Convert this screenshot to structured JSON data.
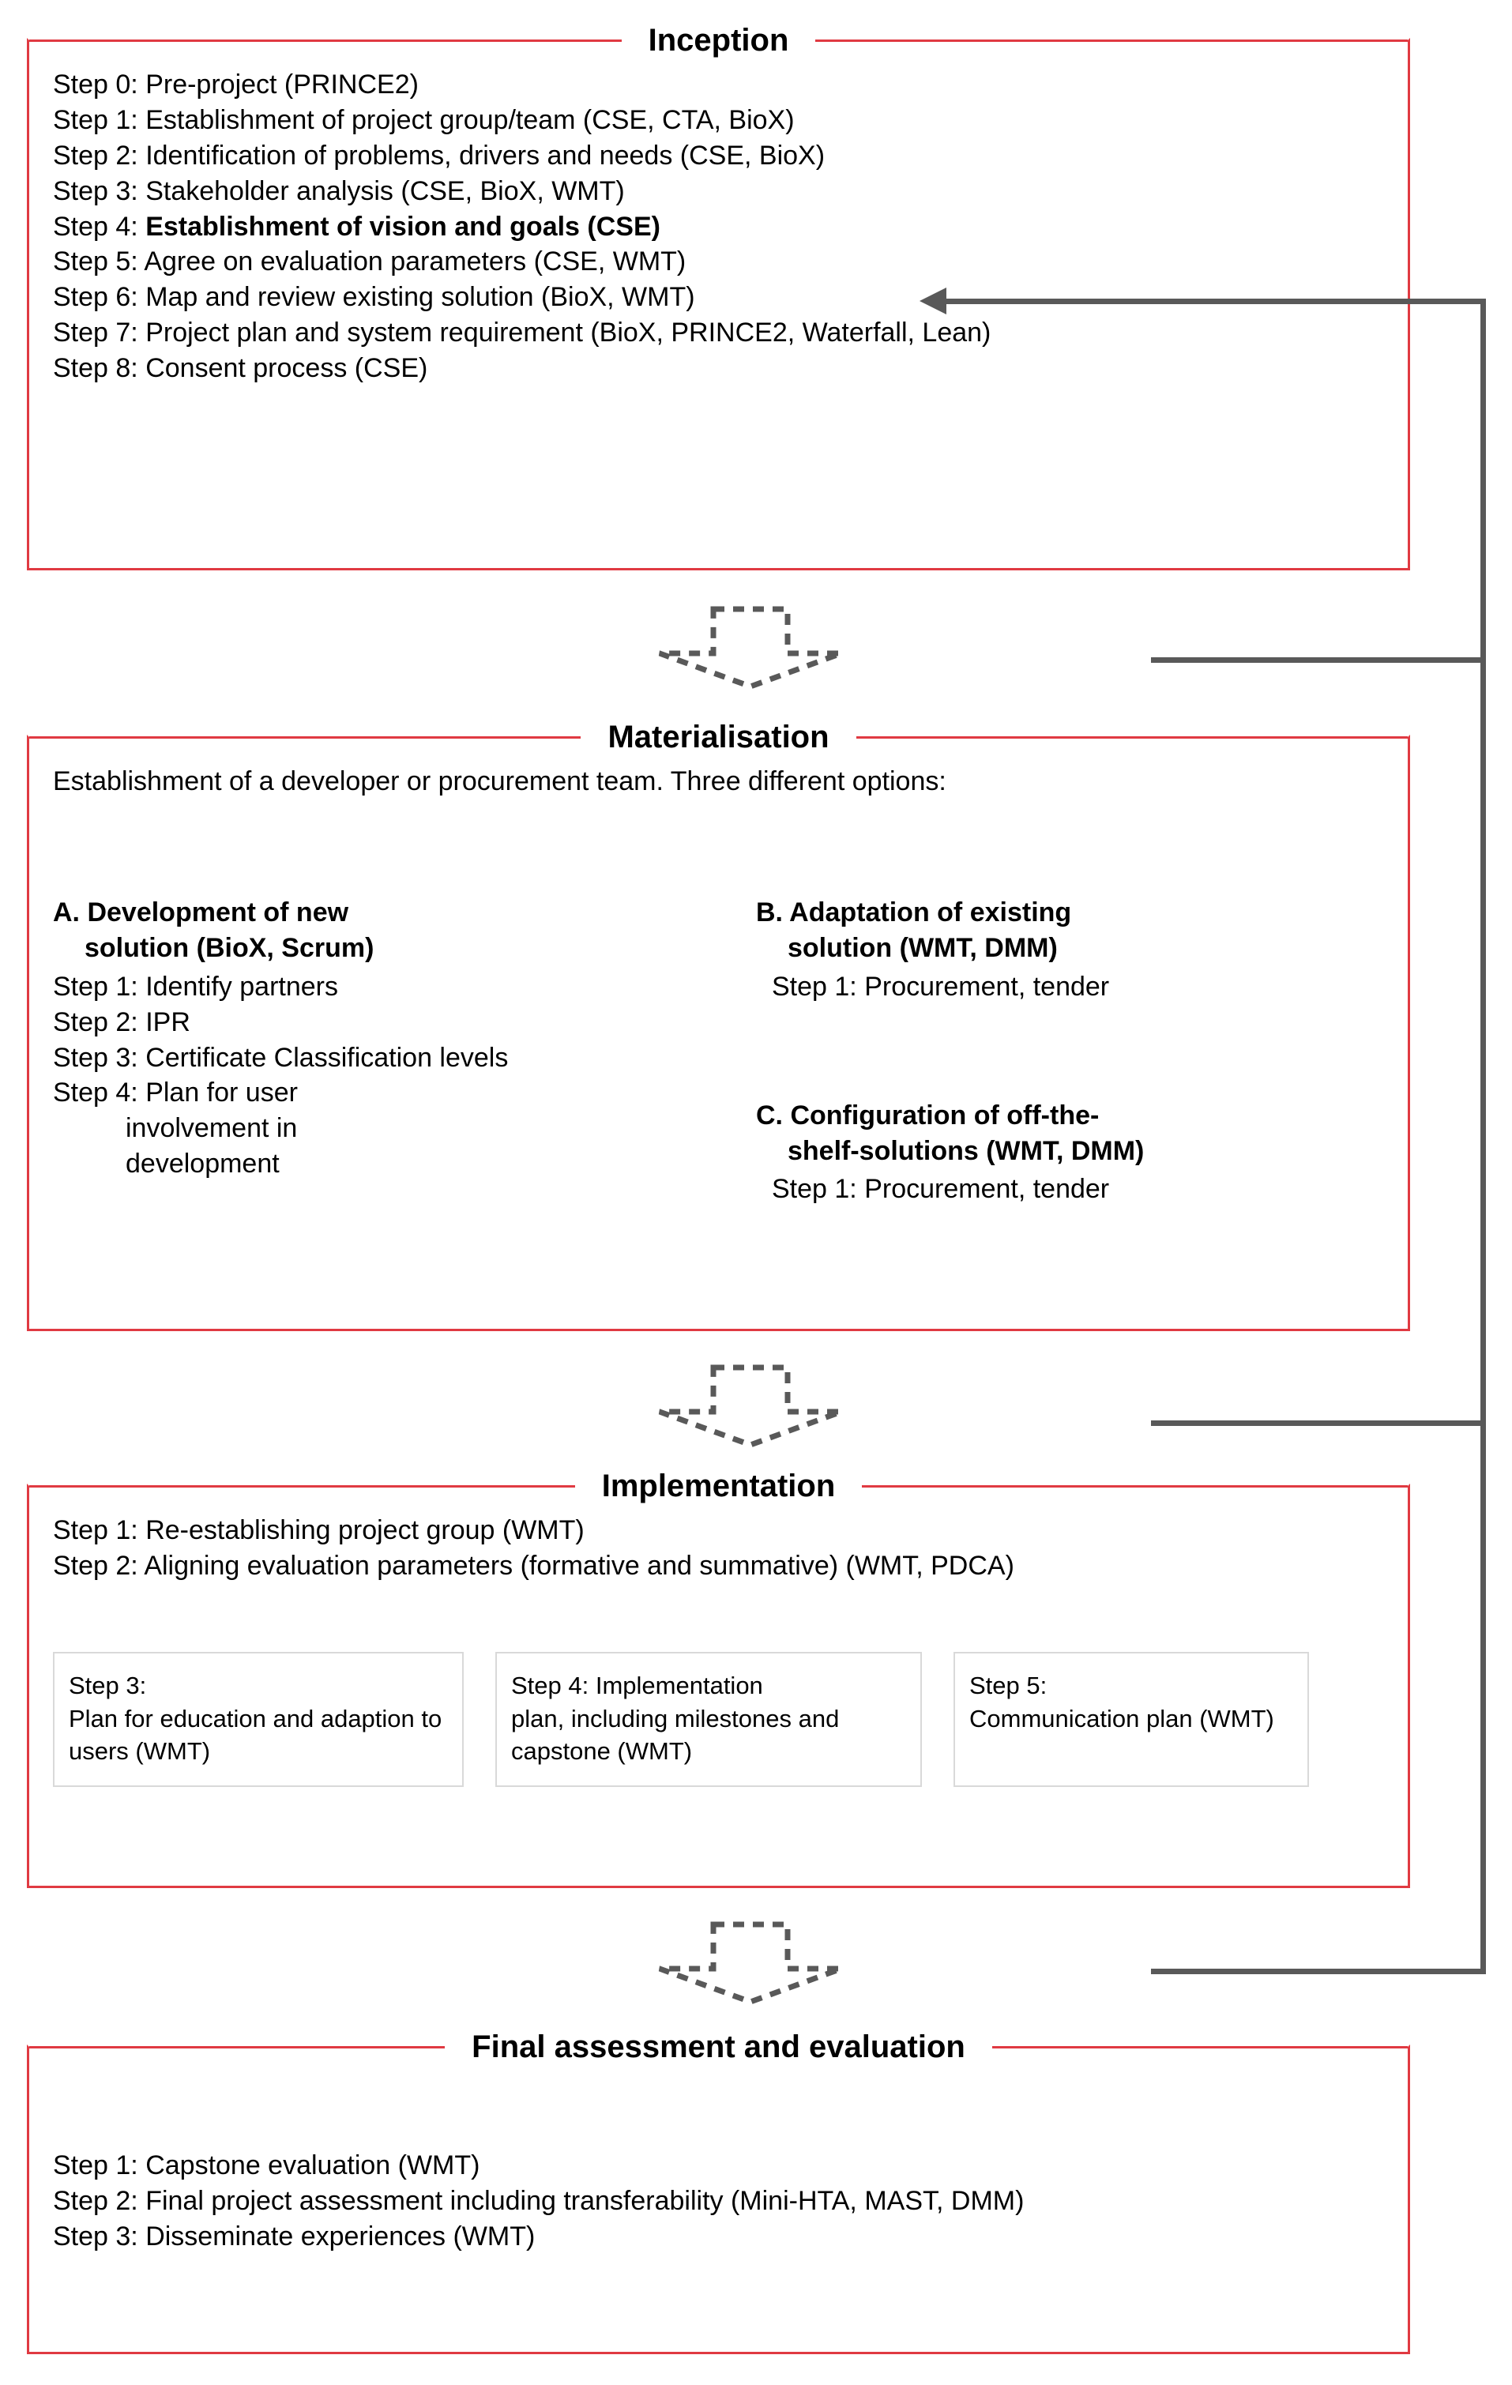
{
  "diagram": {
    "title": "Implementation framework phases",
    "accent_color": "#e03a42",
    "connector_color": "#595959",
    "subcard_border_color": "#d9d9d9"
  },
  "phases": [
    {
      "id": "inception",
      "title": "Inception",
      "lines": [
        "Step 0: Pre-project (PRINCE2)",
        "Step 1: Establishment of project group/team (CSE, CTA, BioX)",
        "Step 2: Identification of problems, drivers and needs (CSE, BioX)",
        "Step 3: Stakeholder analysis (CSE, BioX, WMT)",
        "Step 5: Agree on evaluation parameters (CSE, WMT)",
        "Step 6: Map and review existing solution (BioX, WMT)",
        "Step 7: Project plan and system requirement (BioX, PRINCE2, Waterfall, Lean)",
        "Step 8: Consent process (CSE)"
      ],
      "highlighted_line": {
        "prefix": "Step 4: ",
        "bold": "Establishment of vision and goals (CSE)"
      }
    },
    {
      "id": "materialisation",
      "title": "Materialisation",
      "intro": "Establishment of a developer or procurement team. Three different options:",
      "options": [
        {
          "label_line1": "A. Development of new",
          "label_line2": "solution (BioX, Scrum)",
          "steps": [
            "Step 1: Identify partners",
            "Step 2: IPR",
            "Step 3: Certificate Classification levels"
          ],
          "step_wrapped": {
            "line1": "Step 4: Plan for user",
            "line2": "involvement in",
            "line3": "development"
          }
        },
        {
          "label_line1": "B. Adaptation of existing",
          "label_line2": "solution (WMT, DMM)",
          "steps": [
            "Step 1: Procurement, tender"
          ]
        },
        {
          "label_line1": "C. Configuration of off-the-",
          "label_line2": "shelf-solutions (WMT, DMM)",
          "steps": [
            "Step 1: Procurement, tender"
          ]
        }
      ]
    },
    {
      "id": "implementation",
      "title": "Implementation",
      "lines": [
        "Step 1: Re-establishing project group (WMT)",
        "Step 2: Aligning evaluation parameters (formative and summative) (WMT, PDCA)"
      ],
      "cards": [
        {
          "heading": "Step 3:",
          "body": "Plan for education and adaption to users (WMT)"
        },
        {
          "heading": "Step 4: Implementation",
          "body": "plan, including milestones and capstone (WMT)"
        },
        {
          "heading": "Step 5:",
          "body": "Communication plan (WMT)"
        }
      ]
    },
    {
      "id": "final-assessment",
      "title": "Final assessment and evaluation",
      "lines": [
        "Step 1: Capstone evaluation (WMT)",
        "Step 2: Final project assessment including transferability (Mini-HTA, MAST, DMM)",
        "Step 3: Disseminate experiences (WMT)"
      ]
    }
  ],
  "connectors": {
    "flow_arrows": [
      {
        "name": "inception-to-materialisation"
      },
      {
        "name": "materialisation-to-implementation"
      },
      {
        "name": "implementation-to-final-assessment"
      }
    ],
    "feedback_loop": {
      "name": "feedback-to-step-4",
      "target": "Step 4: Establishment of vision and goals (CSE)"
    }
  }
}
